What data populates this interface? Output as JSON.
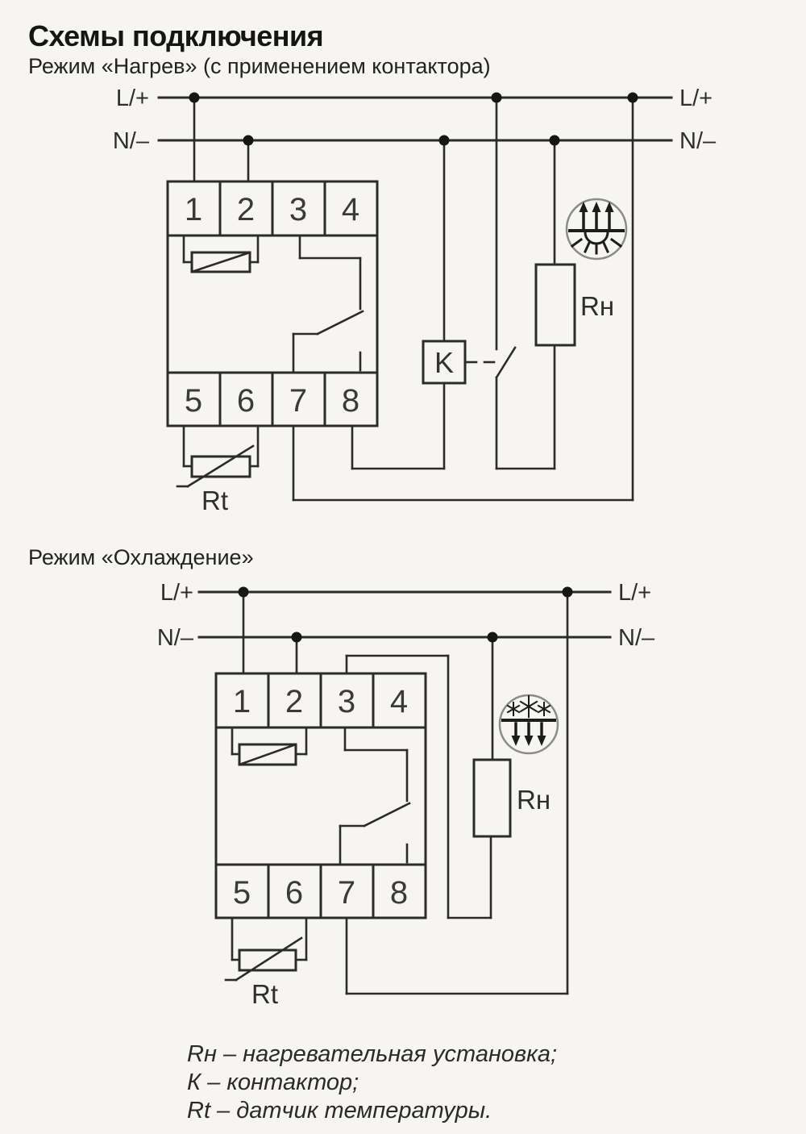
{
  "title": "Схемы подключения",
  "heating": {
    "subtitle": "Режим «Нагрев» (с применением контактора)",
    "labels": {
      "line": "L/+",
      "neutral": "N/–"
    },
    "terminals_top": [
      "1",
      "2",
      "3",
      "4"
    ],
    "terminals_bottom": [
      "5",
      "6",
      "7",
      "8"
    ],
    "contactor": "K",
    "heater": "Rн",
    "sensor": "Rt"
  },
  "cooling": {
    "subtitle": "Режим «Охлаждение»",
    "labels": {
      "line": "L/+",
      "neutral": "N/–"
    },
    "terminals_top": [
      "1",
      "2",
      "3",
      "4"
    ],
    "terminals_bottom": [
      "5",
      "6",
      "7",
      "8"
    ],
    "heater": "Rн",
    "sensor": "Rt"
  },
  "legend": {
    "heater": "Rн – нагревательная установка;",
    "contactor": "К – контактор;",
    "sensor": "Rt – датчик температуры."
  },
  "colors": {
    "background": "#f6f5f2",
    "wire": "#2b2b2b",
    "icon_ring": "#8b8b8b",
    "text": "#2e2e2e"
  }
}
